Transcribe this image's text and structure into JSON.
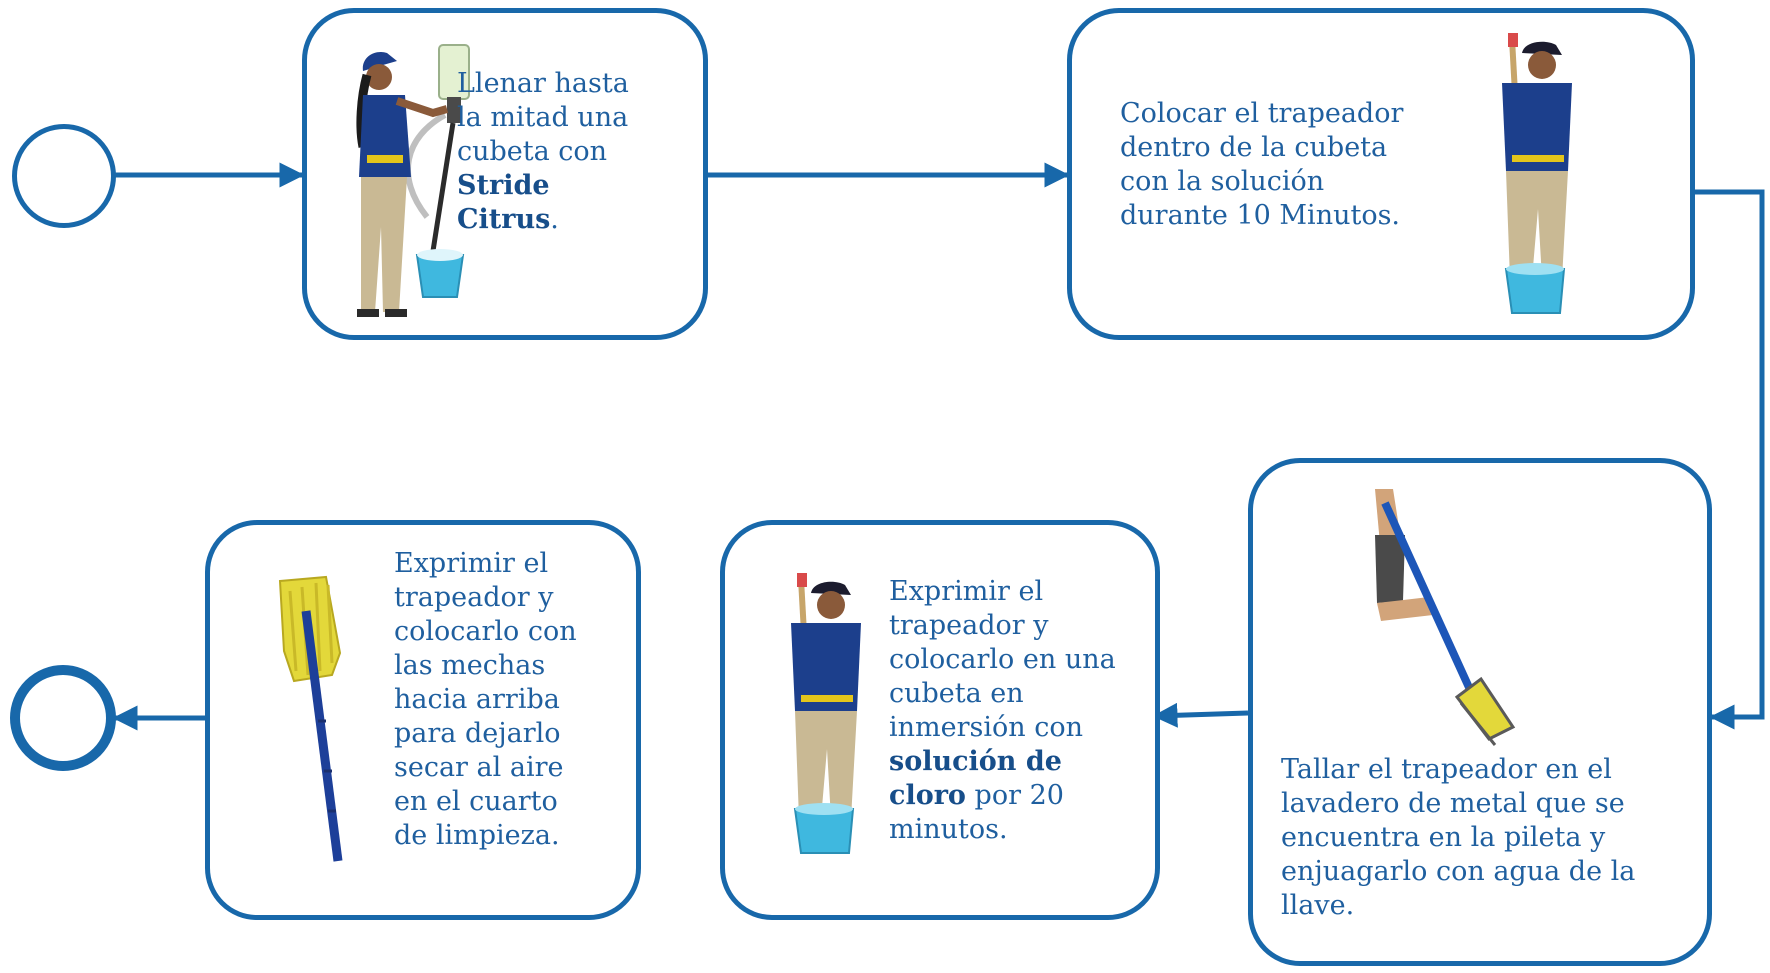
{
  "colors": {
    "accent": "#1868aa",
    "text": "#1f5f9f",
    "bold_text": "#174e8a",
    "shirt": "#1c3f8c",
    "pants": "#c9b994",
    "bucket": "#3fb8df",
    "mop_head": "#e3d83a"
  },
  "flow": {
    "start": {
      "icon": "start-circle"
    },
    "end": {
      "icon": "end-circle"
    },
    "steps": [
      {
        "id": "step-1",
        "text_before": "Llenar hasta la mitad una cubeta con ",
        "bold": "Stride Citrus",
        "text_after": ".",
        "image": "person-filling-bucket"
      },
      {
        "id": "step-2",
        "text_before": "Colocar el trapeador dentro de la cubeta con la solución durante 10 Minutos.",
        "bold": "",
        "text_after": "",
        "image": "person-mop-in-bucket"
      },
      {
        "id": "step-3",
        "text_before": "Tallar el trapeador  en el lavadero de metal que se encuentra en la pileta y enjuagarlo con agua de la llave.",
        "bold": "",
        "text_after": "",
        "image": "hands-scrubbing-mop"
      },
      {
        "id": "step-4",
        "text_before": "Exprimir el trapeador y colocarlo en una cubeta en inmersión con ",
        "bold": "solución de cloro",
        "text_after": " por 20 minutos.",
        "image": "person-mop-in-bucket"
      },
      {
        "id": "step-5",
        "text_before": "Exprimir el trapeador y colocarlo con las mechas hacia arriba para dejarlo secar al aire en el cuarto de limpieza.",
        "bold": "",
        "text_after": "",
        "image": "mop-upside-down"
      }
    ]
  }
}
